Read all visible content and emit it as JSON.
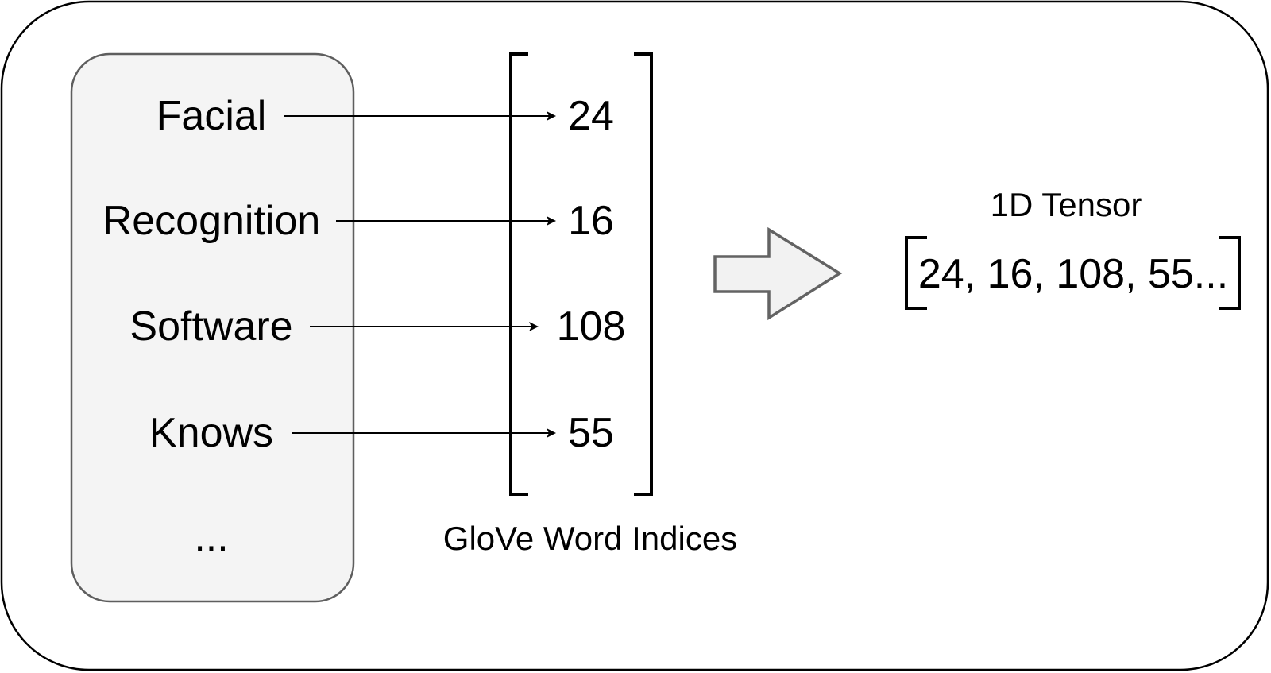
{
  "words": [
    {
      "text": "Facial"
    },
    {
      "text": "Recognition"
    },
    {
      "text": "Software"
    },
    {
      "text": "Knows"
    },
    {
      "text": "..."
    }
  ],
  "indices": [
    {
      "value": "24"
    },
    {
      "value": "16"
    },
    {
      "value": "108"
    },
    {
      "value": "55"
    }
  ],
  "indices_label": "GloVe Word Indices",
  "tensor": {
    "title": "1D Tensor",
    "values": "24, 16, 108, 55..."
  },
  "colors": {
    "outer_border": "#000000",
    "word_panel_fill": "#f4f4f4",
    "word_panel_border": "#5e5e5e",
    "big_arrow_fill": "#f2f2f2",
    "big_arrow_border": "#636363",
    "line": "#000000"
  }
}
